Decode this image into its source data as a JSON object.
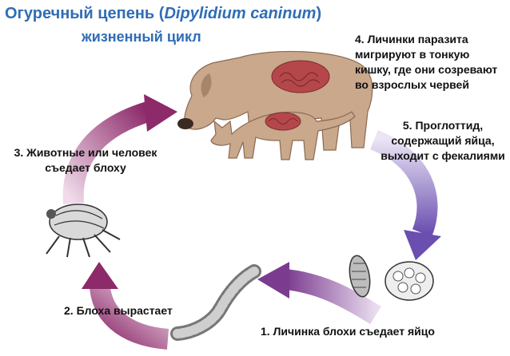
{
  "title": {
    "prefix": "Огуречный цепень (",
    "latin": "Dipylidium caninum",
    "suffix": ")",
    "subtitle": "жизненный цикл"
  },
  "steps": [
    {
      "number": "1.",
      "text": "Личинка блохи съедает яйцо"
    },
    {
      "number": "2.",
      "text": "Блоха вырастает"
    },
    {
      "number": "3.",
      "text": "Животные или человек съедает блоху"
    },
    {
      "number": "4.",
      "text": "Личинки паразита мигрируют в тонкую кишку, где они созревают во взрослых червей"
    },
    {
      "number": "5.",
      "text": "Проглоттид, содержащий яйца, выходит с фекалиями"
    }
  ],
  "colors": {
    "title": "#2f6db5",
    "arrow_upper": "#8c2a6a",
    "arrow_lower": "#7b3b8f",
    "arrow_right": "#6a4fb0",
    "animal_fill": "#c9a88c",
    "organ_fill": "#b5474b"
  },
  "icons": [
    "dog-icon",
    "cat-icon",
    "flea-icon",
    "flea-larva-icon",
    "proglottid-icon",
    "egg-cluster-icon"
  ]
}
